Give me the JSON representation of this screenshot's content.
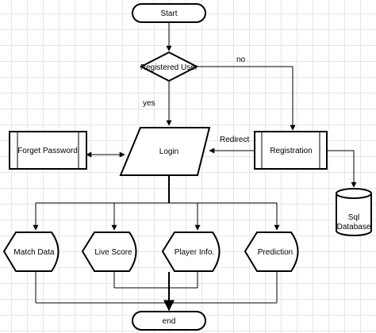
{
  "nodes": {
    "start": "Start",
    "decision": "Registered User",
    "login": "Login",
    "forget_password": "Forget Password",
    "registration": "Registration",
    "database_line1": "Sql",
    "database_line2": "Database",
    "match_data": "Match Data",
    "live_score": "Live Score",
    "player_info": "Player Info.",
    "prediction": "Prediction",
    "end": "end"
  },
  "edge_labels": {
    "yes": "yes",
    "no": "no",
    "redirect": "Redirect"
  }
}
